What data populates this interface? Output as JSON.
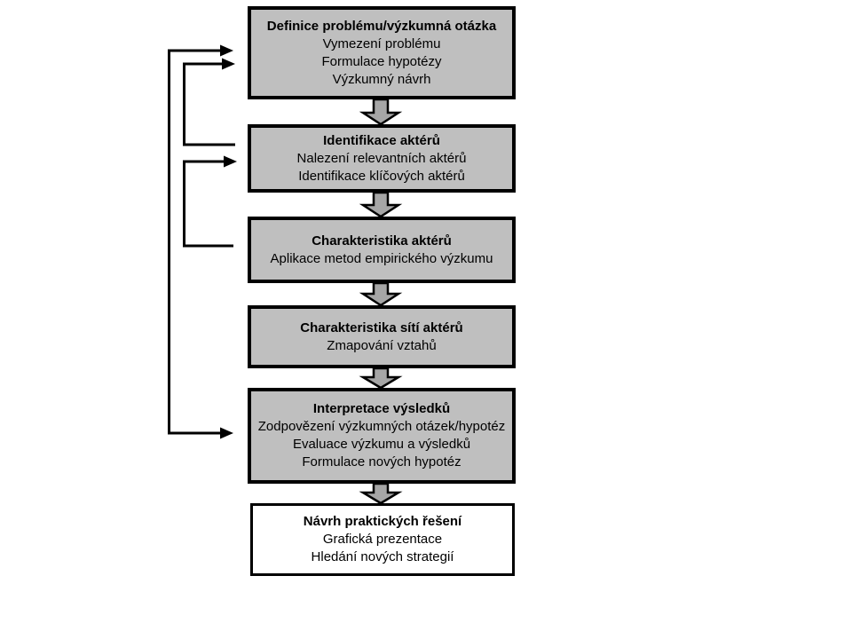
{
  "diagram": {
    "title": "Research workflow flowchart (Czech)",
    "steps": [
      {
        "title": "Definice problému/výzkumná otázka",
        "lines": [
          "Vymezení problému",
          "Formulace hypotézy",
          "Výzkumný návrh"
        ]
      },
      {
        "title": "Identifikace aktérů",
        "lines": [
          "Nalezení relevantních aktérů",
          "Identifikace klíčových aktérů"
        ]
      },
      {
        "title": "Charakteristika aktérů",
        "lines": [
          "Aplikace metod empirického výzkumu"
        ]
      },
      {
        "title": "Charakteristika sítí aktérů",
        "lines": [
          "Zmapování vztahů"
        ]
      },
      {
        "title": "Interpretace výsledků",
        "lines": [
          "Zodpovězení výzkumných otázek/hypotéz",
          "Evaluace výzkumu a výsledků",
          "Formulace nových hypotéz"
        ]
      },
      {
        "title": "Návrh praktických řešení",
        "lines": [
          "Grafická prezentace",
          "Hledání nových strategií"
        ]
      }
    ],
    "connectors": [
      {
        "name": "feedback-step2-to-step1",
        "type": "elbow-arrow"
      },
      {
        "name": "feedback-step3-to-step2",
        "type": "elbow-arrow"
      },
      {
        "name": "feedback-step5-step1",
        "type": "elbow-double-arrow"
      }
    ],
    "colors": {
      "box_fill": "#bfbfbf",
      "final_box_fill": "#ffffff",
      "arrow_fill": "#a6a6a6",
      "line_color": "#000000",
      "background": "#ffffff",
      "text_color": "#000000"
    }
  }
}
